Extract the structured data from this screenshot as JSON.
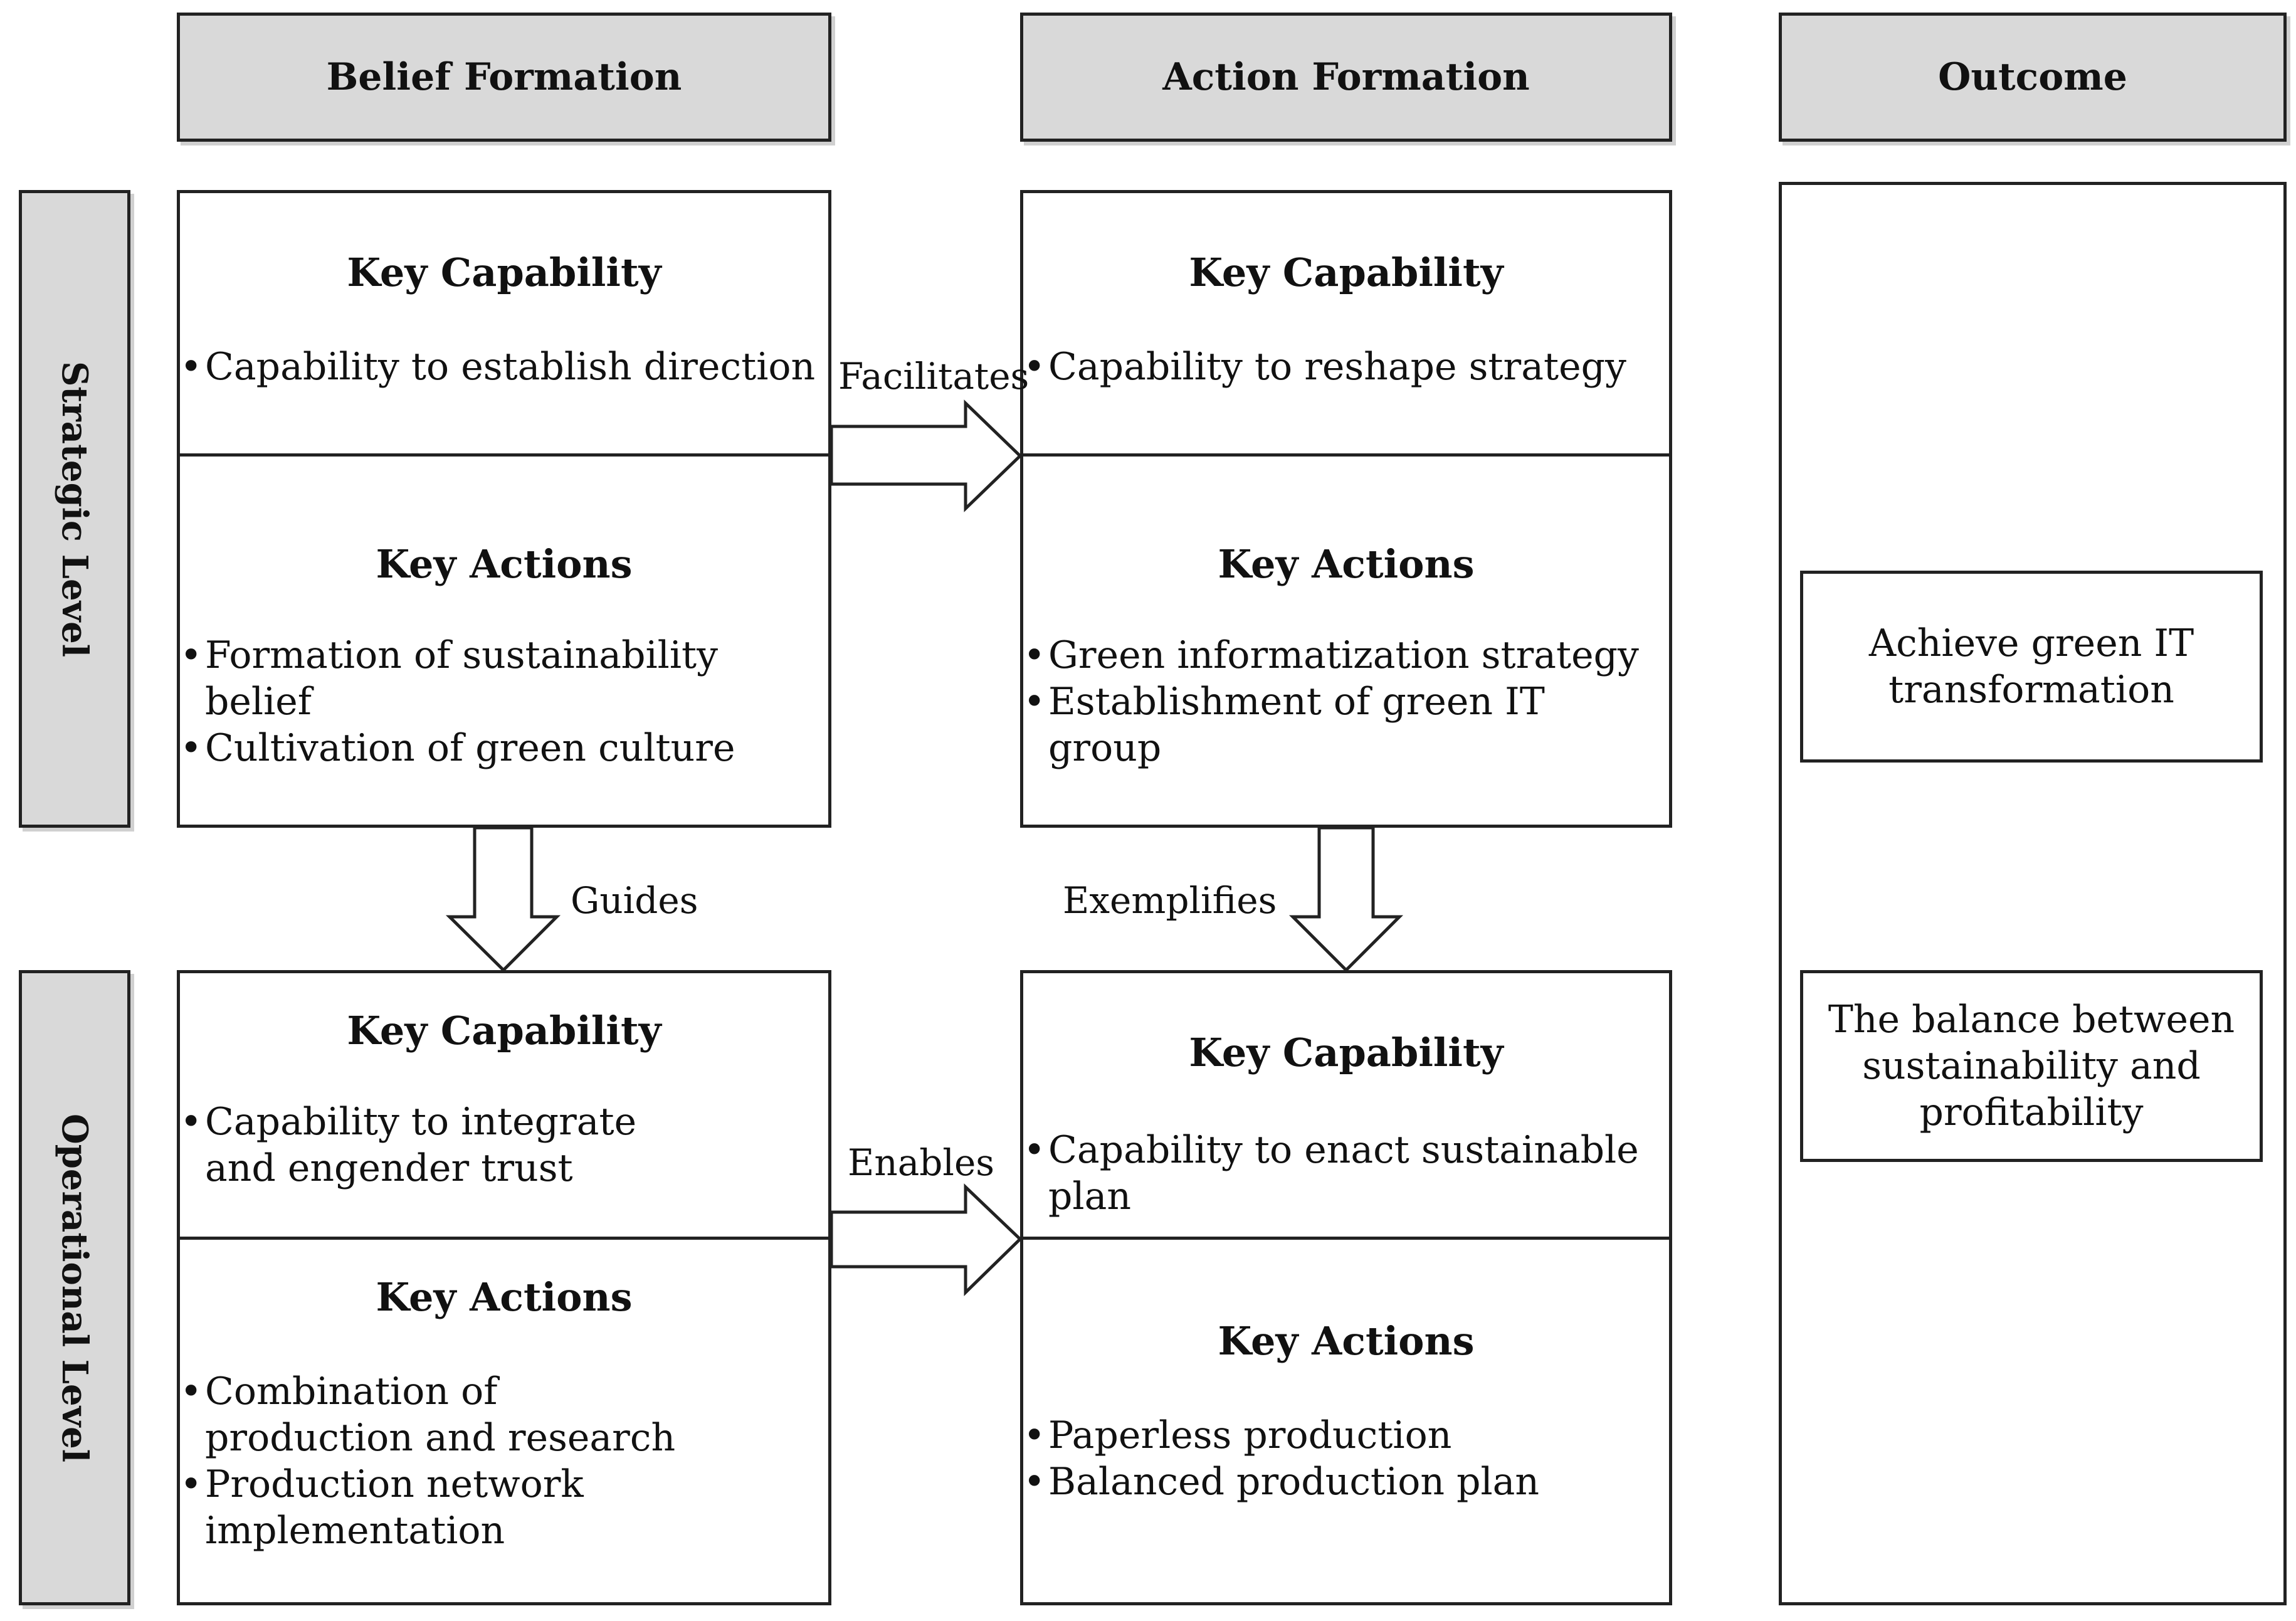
{
  "headers": {
    "belief": "Belief Formation",
    "action": "Action Formation",
    "outcome": "Outcome"
  },
  "levels": {
    "strategic": "Strategic Level",
    "operational": "Operational Level"
  },
  "strategic": {
    "belief": {
      "capability_title": "Key Capability",
      "capability_items": [
        "Capability to establish direction"
      ],
      "actions_title": "Key Actions",
      "actions_items": [
        "Formation of sustainability belief",
        "Cultivation of green culture"
      ]
    },
    "action": {
      "capability_title": "Key Capability",
      "capability_items": [
        "Capability to reshape strategy"
      ],
      "actions_title": "Key Actions",
      "actions_items": [
        "Green informatization strategy",
        "Establishment of green IT group"
      ]
    }
  },
  "operational": {
    "belief": {
      "capability_title": "Key Capability",
      "capability_items": [
        "Capability to integrate and engender trust"
      ],
      "actions_title": "Key Actions",
      "actions_items": [
        "Combination of production and research",
        "Production network implementation"
      ]
    },
    "action": {
      "capability_title": "Key Capability",
      "capability_items": [
        "Capability to enact sustainable plan"
      ],
      "actions_title": "Key Actions",
      "actions_items": [
        "Paperless production",
        "Balanced production plan"
      ]
    }
  },
  "arrows": {
    "facilitates": "Facilitates",
    "guides": "Guides",
    "exemplifies": "Exemplifies",
    "enables": "Enables"
  },
  "outcomes": {
    "first": "Achieve green IT transformation",
    "second": "The balance between sustainability and profitability"
  },
  "colors": {
    "header_fill": "#d9d9d9",
    "border": "#222222"
  }
}
